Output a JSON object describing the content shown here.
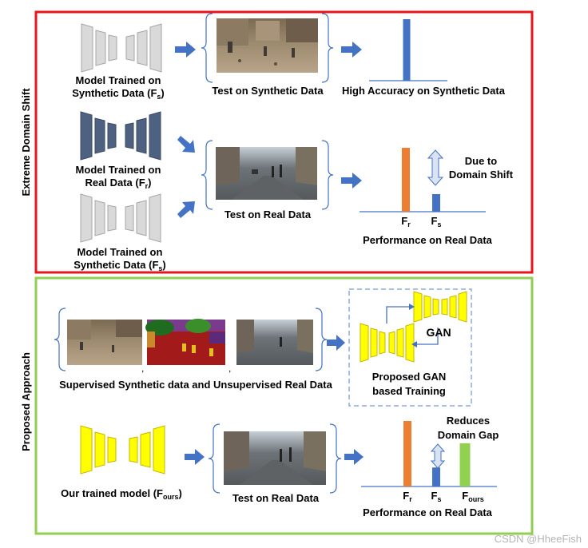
{
  "panel_top": {
    "side_label": "Extreme Domain Shift",
    "row1": {
      "model_label_1": "Model Trained on",
      "model_label_2": "Synthetic Data (F",
      "model_label_sub": "s",
      "model_label_end": ")",
      "test_label": "Test on Synthetic Data",
      "result_label": "High Accuracy on Synthetic Data"
    },
    "row2": {
      "real_model_label_1": "Model Trained on",
      "real_model_label_2": "Real Data (F",
      "real_model_label_sub": "r",
      "real_model_label_end": ")",
      "syn_model_label_1": "Model Trained on",
      "syn_model_label_2": "Synthetic Data (F",
      "syn_model_label_sub": "s",
      "syn_model_label_end": ")",
      "test_label": "Test on Real Data",
      "annotation_1": "Due to",
      "annotation_2": "Domain Shift",
      "bar_label_r": "F",
      "bar_label_r_sub": "r",
      "bar_label_s": "F",
      "bar_label_s_sub": "s",
      "chart_caption": "Performance on Real Data"
    }
  },
  "panel_bottom": {
    "side_label": "Proposed Approach",
    "inputs_caption": "Supervised Synthetic data and Unsupervised Real Data",
    "separator_1": ",",
    "separator_2": ",",
    "gan_label": "GAN",
    "gan_caption_1": "Proposed GAN",
    "gan_caption_2": "based Training",
    "model_label": "Our trained model (F",
    "model_label_sub": "ours",
    "model_label_end": ")",
    "test_label": "Test on Real Data",
    "annotation_1": "Reduces",
    "annotation_2": "Domain Gap",
    "bar_label_r": "F",
    "bar_label_r_sub": "r",
    "bar_label_s": "F",
    "bar_label_s_sub": "s",
    "bar_label_ours": "F",
    "bar_label_ours_sub": "ours",
    "chart_caption": "Performance on Real Data"
  },
  "watermark": "CSDN @HheeFish",
  "colors": {
    "red_border": "#e8161c",
    "green_border": "#92cf50",
    "arrow_blue": "#4472c4",
    "bar_orange": "#ed7d31",
    "bar_blue": "#4472c4",
    "bar_green": "#92d050",
    "gray_model": "#d9d9d9",
    "dark_model": "#4f6181",
    "yellow_model": "#ffff00",
    "dashed_box": "#8faadc"
  },
  "chart_data": [
    {
      "type": "bar",
      "caption": "High Accuracy on Synthetic Data",
      "categories": [
        ""
      ],
      "values": [
        1.0
      ],
      "colors": [
        "#4472c4"
      ]
    },
    {
      "type": "bar",
      "caption": "Performance on Real Data",
      "categories": [
        "Fr",
        "Fs"
      ],
      "values": [
        0.8,
        0.22
      ],
      "colors": [
        "#ed7d31",
        "#4472c4"
      ]
    },
    {
      "type": "bar",
      "caption": "Performance on Real Data",
      "categories": [
        "Fr",
        "Fs",
        "Fours"
      ],
      "values": [
        1.0,
        0.29,
        0.66
      ],
      "colors": [
        "#ed7d31",
        "#4472c4",
        "#92d050"
      ]
    }
  ]
}
